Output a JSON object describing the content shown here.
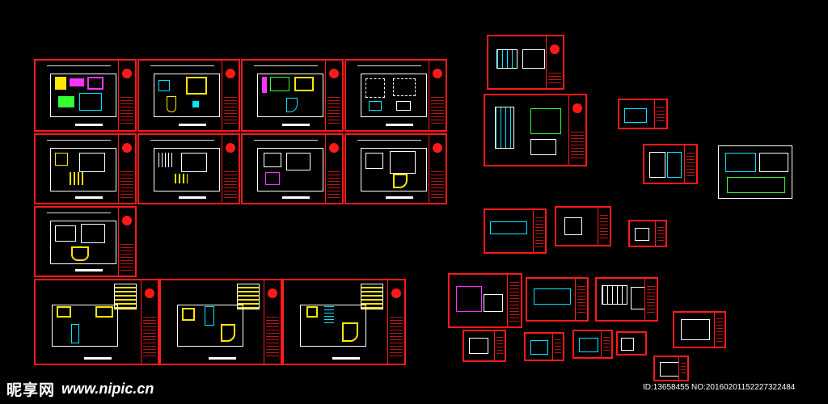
{
  "canvas": {
    "background": "#000000",
    "sheet_border_color": "#ff1a1a"
  },
  "palette": {
    "cyan": "#00e5ff",
    "yellow": "#ffe600",
    "magenta": "#ff33ff",
    "green": "#33ff33",
    "white": "#ffffff"
  },
  "watermark": {
    "site_name": "昵享网",
    "url": "www.nipic.cn"
  },
  "footer": {
    "id_text": "ID:13658455 NO:20160201152227322484"
  }
}
